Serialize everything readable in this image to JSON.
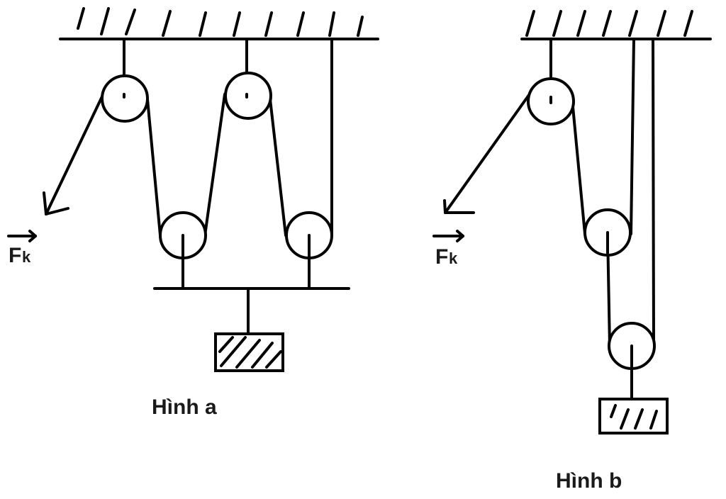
{
  "figure_a": {
    "caption": "Hình a",
    "force": {
      "symbol": "F",
      "subscript": "k"
    }
  },
  "figure_b": {
    "caption": "Hình b",
    "force": {
      "symbol": "F",
      "subscript": "k"
    }
  },
  "colors": {
    "ink": "#000000",
    "text": "#1a1a1a",
    "background": "#ffffff"
  }
}
